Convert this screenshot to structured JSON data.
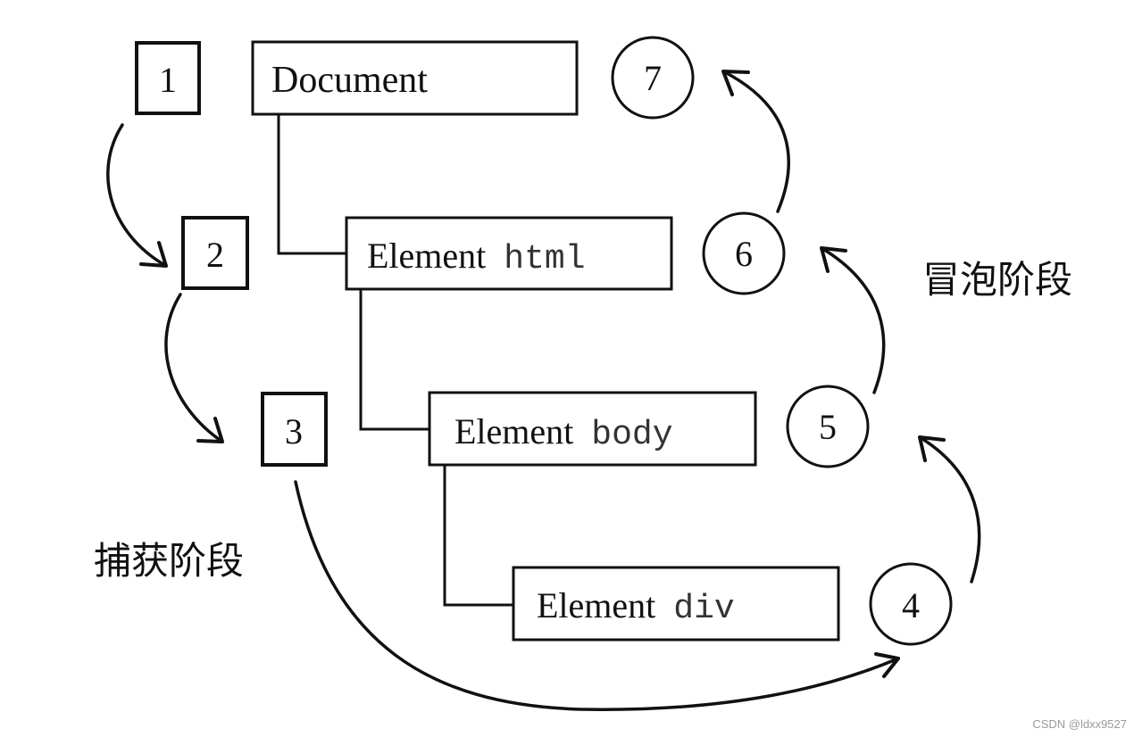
{
  "nodes": {
    "document": {
      "label": "Document"
    },
    "html": {
      "label": "Element",
      "tag": "html"
    },
    "body": {
      "label": "Element",
      "tag": "body"
    },
    "div": {
      "label": "Element",
      "tag": "div"
    }
  },
  "capture": {
    "label": "捕获阶段",
    "steps": [
      "1",
      "2",
      "3"
    ]
  },
  "bubble": {
    "label": "冒泡阶段",
    "steps": [
      "4",
      "5",
      "6",
      "7"
    ]
  },
  "watermark": "CSDN @ldxx9527"
}
